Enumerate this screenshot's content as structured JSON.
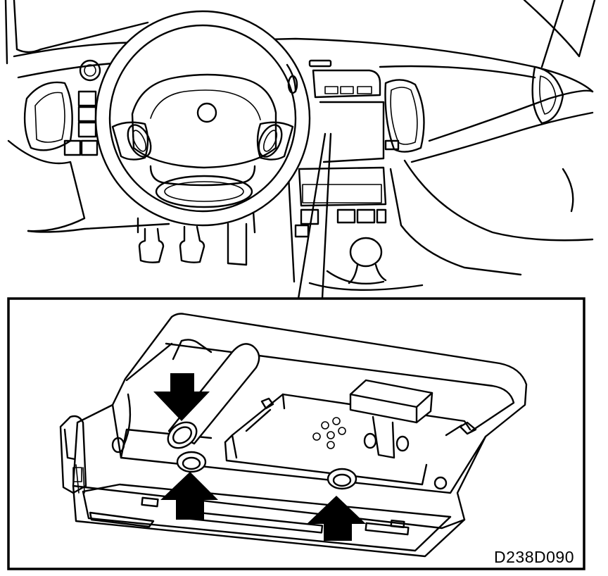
{
  "figure": {
    "code": "D238D090",
    "overview": "dashboard-with-steering-wheel",
    "detail": "removed-panel-with-clips",
    "arrows": [
      {
        "direction": "down"
      },
      {
        "direction": "up"
      },
      {
        "direction": "up"
      }
    ],
    "colors": {
      "line": "#000000",
      "background": "#ffffff"
    }
  }
}
